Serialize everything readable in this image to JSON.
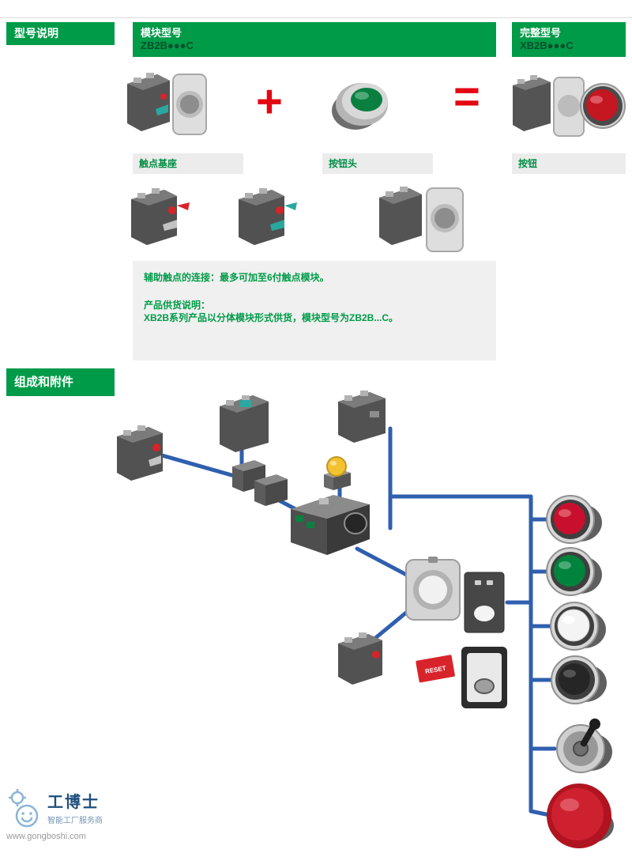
{
  "headers": {
    "model_explain": "型号说明",
    "composition": "组成和附件",
    "module": {
      "title": "模块型号",
      "code": "ZB2B●●●C"
    },
    "complete": {
      "title": "完整型号",
      "code": "XB2B●●●C"
    }
  },
  "operators": {
    "plus": "+",
    "equals": "="
  },
  "labels": {
    "contact_base": "触点基座",
    "button_head": "按钮头",
    "button": "按钮"
  },
  "notes": {
    "aux": "辅助触点的连接：最多可加至6付触点模块。",
    "supply_title": "产品供货说明：",
    "supply_body": "XB2B系列产品以分体模块形式供货，模块型号为ZB2B...C。"
  },
  "diagram": {
    "reset_label": "RESET"
  },
  "watermark": {
    "brand": "工博士",
    "tagline": "智能工厂服务商",
    "url": "www.gongboshi.com"
  },
  "colors": {
    "brand_green": "#009B48",
    "accent_red": "#E30613",
    "connector_blue": "#2F5FAE",
    "label_bg": "#ECECEC",
    "note_bg": "#F0F0F0"
  }
}
